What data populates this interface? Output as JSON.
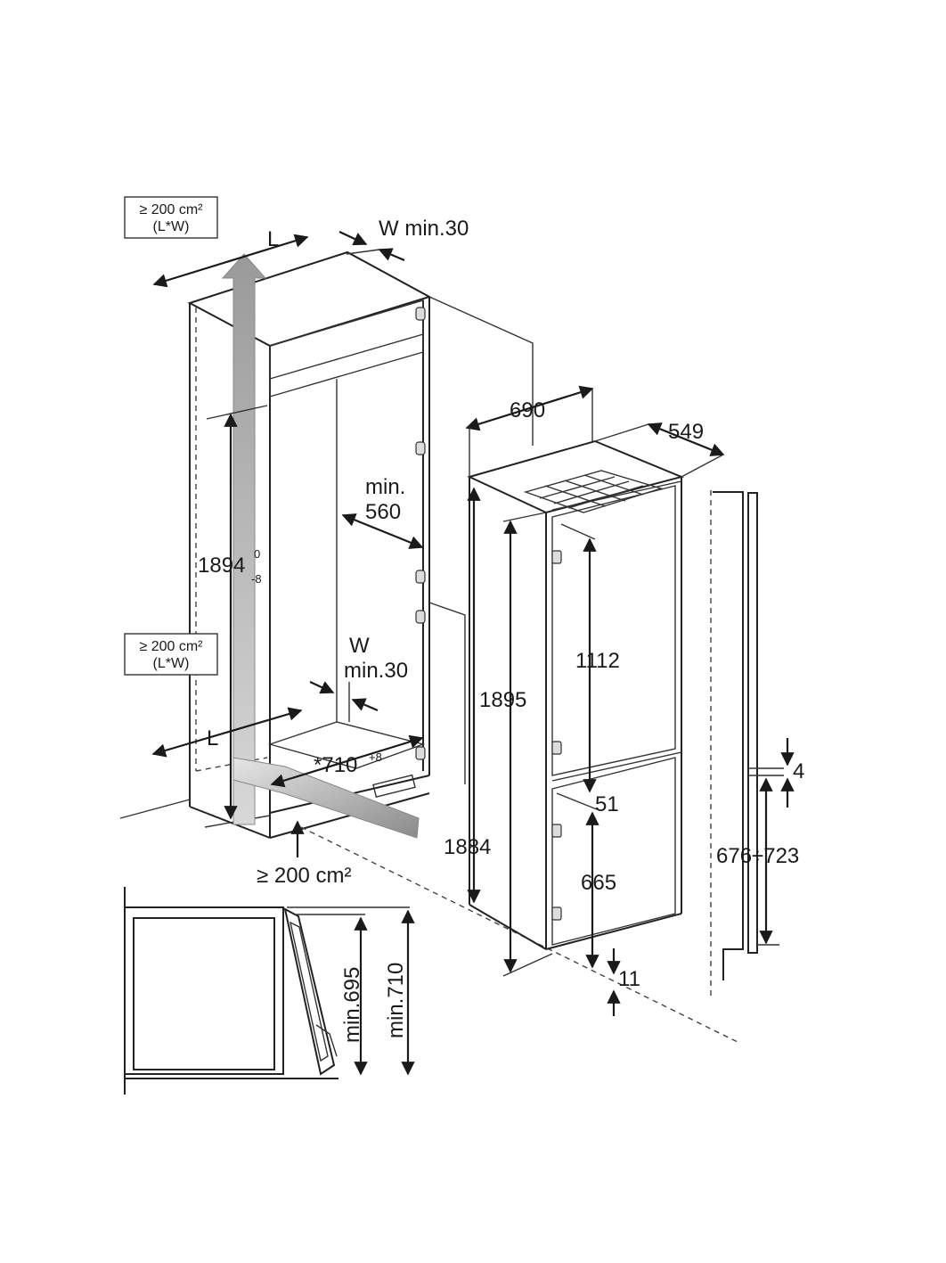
{
  "labels": {
    "vent_top_line1": "≥ 200 cm²",
    "vent_top_line2": "(L*W)",
    "vent_mid_line1": "≥ 200 cm²",
    "vent_mid_line2": "(L*W)",
    "vent_bottom": "≥ 200 cm²",
    "l_top": "L",
    "l_bottom": "L",
    "w_top": "W min.30",
    "w_mid_line1": "W",
    "w_mid_line2": "min.30",
    "niche_height": "1894",
    "niche_height_tol_top": "0",
    "niche_height_tol_bottom": "-8",
    "niche_width_line1": "min.",
    "niche_width_line2": "560",
    "niche_depth": "*710",
    "niche_depth_tol": "+8",
    "appliance_width": "690",
    "appliance_depth": "549",
    "appliance_height": "1895",
    "appliance_side_height": "1884",
    "fridge_door": "1112",
    "gap": "51",
    "freezer_door": "665",
    "bottom_gap": "11",
    "door_gap": "4",
    "furniture_door": "676÷723",
    "plinth_min1": "min.695",
    "plinth_min2": "min.710"
  },
  "colors": {
    "line": "#222222",
    "airflow_arrow": "#a8a8a8"
  }
}
